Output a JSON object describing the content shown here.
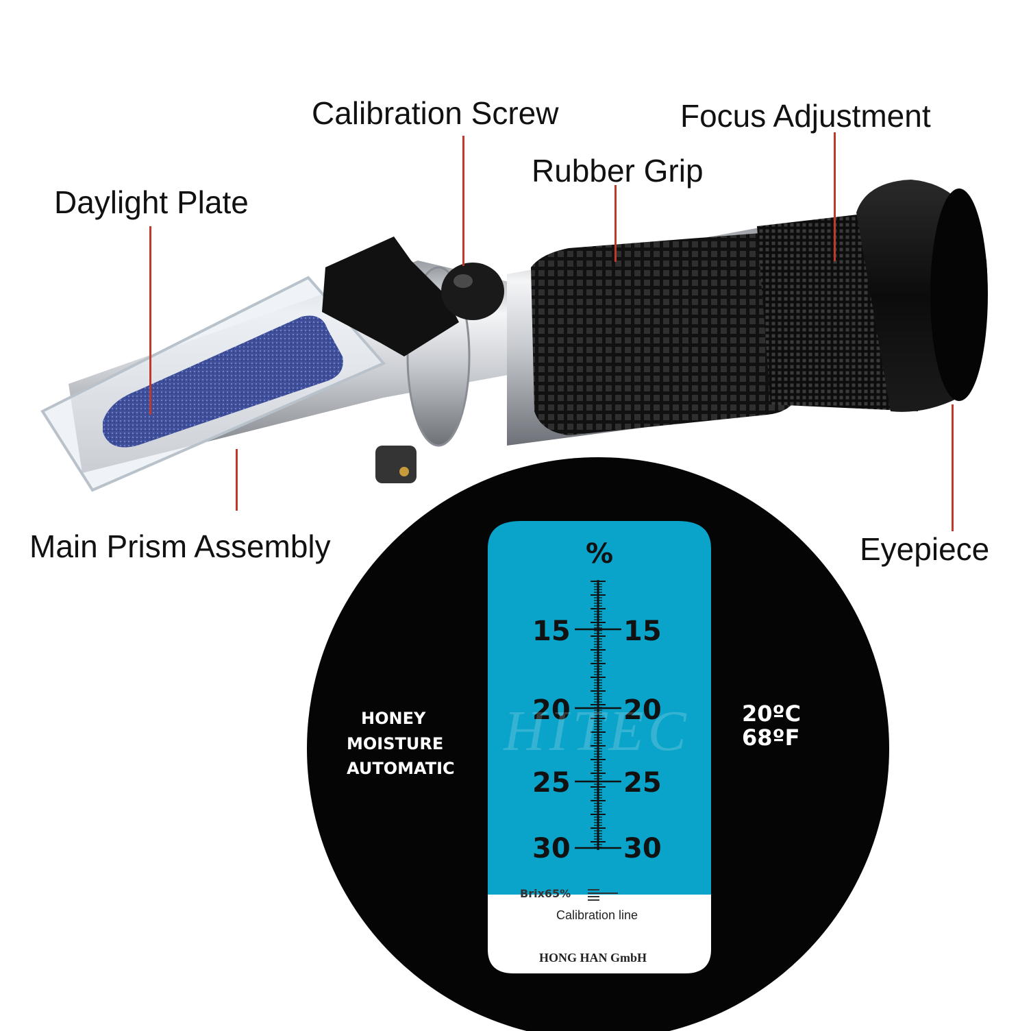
{
  "labels": {
    "calibration_screw": "Calibration Screw",
    "focus_adjustment": "Focus Adjustment",
    "rubber_grip": "Rubber Grip",
    "daylight_plate": "Daylight Plate",
    "main_prism_assembly": "Main Prism Assembly",
    "eyepiece": "Eyepiece"
  },
  "scale": {
    "unit": "%",
    "ticks": [
      "15",
      "20",
      "25",
      "30"
    ],
    "side_left": [
      "HONEY",
      "MOISTURE",
      "AUTOMATIC"
    ],
    "side_right": [
      "20ºC",
      "68ºF"
    ],
    "brix": "Brix65%",
    "calibration": "Calibration line",
    "brand": "HONG HAN GmbH",
    "watermark": "HITEC"
  },
  "colors": {
    "leader": "#c0392b",
    "scale_blue": "#0aa3c9",
    "eyepiece_black": "#050505"
  }
}
